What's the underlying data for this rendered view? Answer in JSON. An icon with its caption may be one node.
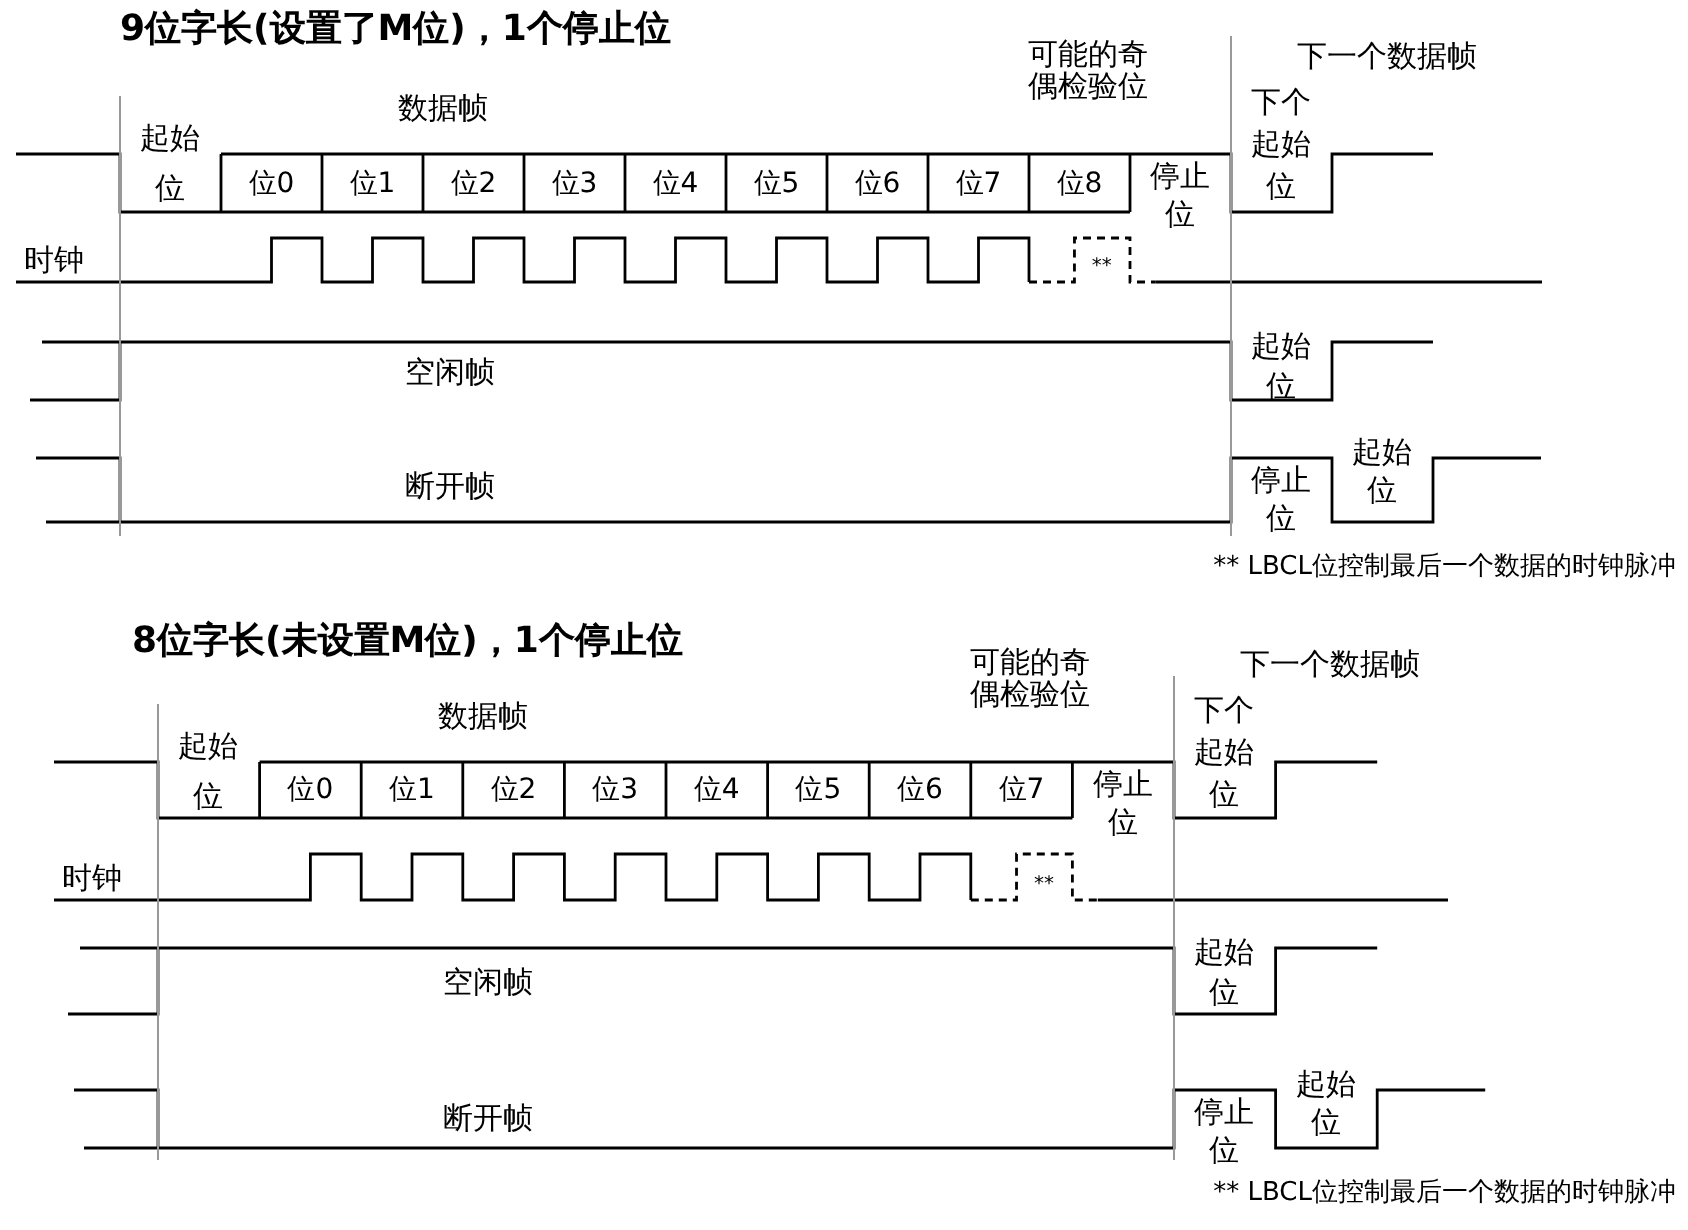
{
  "diagram": {
    "labels": [
      "9位字长(设置了M位)，1个停止位",
      "可能的奇偶检验位",
      "下一个数据帧",
      "数据帧",
      "起始位",
      "位0",
      "位1",
      "位2",
      "位3",
      "位4",
      "位5",
      "位6",
      "位7",
      "位8",
      "停止位",
      "下个起始位",
      "时钟",
      "**",
      "起始位",
      "空闲帧",
      "停止位",
      "起始位",
      "断开帧",
      "** LBCL位控制最后一个数据的时钟脉冲",
      "8位字长(未设置M位)，1个停止位",
      "可能的奇偶检验位",
      "下一个数据帧",
      "数据帧",
      "起始位",
      "位0",
      "位1",
      "位2",
      "位3",
      "位4",
      "位5",
      "位6",
      "位7",
      "停止位",
      "下个起始位",
      "时钟",
      "**",
      "起始位",
      "空闲帧",
      "停止位",
      "起始位",
      "断开帧",
      "** LBCL位控制最后一个数据的时钟脉冲"
    ]
  }
}
